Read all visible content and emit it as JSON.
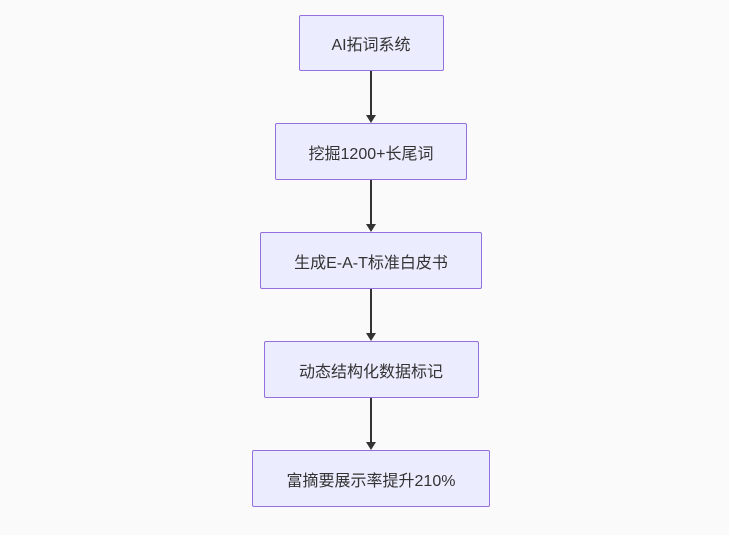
{
  "flowchart": {
    "direction": "top-down",
    "nodes": [
      {
        "id": "A",
        "label": "AI拓词系统"
      },
      {
        "id": "B",
        "label": "挖掘1200+长尾词"
      },
      {
        "id": "C",
        "label": "生成E-A-T标准白皮书"
      },
      {
        "id": "D",
        "label": "动态结构化数据标记"
      },
      {
        "id": "E",
        "label": "富摘要展示率提升210%"
      }
    ],
    "edges": [
      {
        "from": "A",
        "to": "B"
      },
      {
        "from": "B",
        "to": "C"
      },
      {
        "from": "C",
        "to": "D"
      },
      {
        "from": "D",
        "to": "E"
      }
    ],
    "colors": {
      "node_fill": "#ececff",
      "node_border": "#9370db",
      "node_text": "#333333",
      "arrow": "#333333",
      "background": "#fafafa"
    }
  }
}
